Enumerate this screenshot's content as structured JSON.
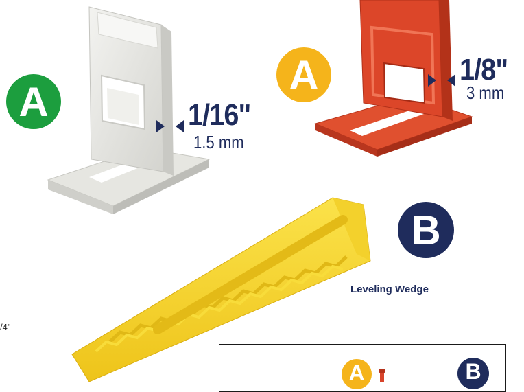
{
  "badges": {
    "clip_small": "A",
    "clip_large": "A",
    "wedge": "B",
    "inset_a": "A",
    "inset_b": "B"
  },
  "measurements": {
    "small_clip": {
      "fraction": "1/16\"",
      "metric": "1.5 mm"
    },
    "large_clip": {
      "fraction": "1/8\"",
      "metric": "3 mm"
    }
  },
  "captions": {
    "wedge": "Leveling Wedge",
    "left_edge": "/4\""
  },
  "colors": {
    "green": "#1c9e3e",
    "yellow": "#f5b41b",
    "navy": "#1f2c5c",
    "clip_red": "#d8442b",
    "clip_white": "#e9e9e4",
    "wedge_yellow": "#f6d62a"
  },
  "icons": [
    "arrow-pair-icon",
    "leveling-clip-image",
    "leveling-wedge-image"
  ]
}
